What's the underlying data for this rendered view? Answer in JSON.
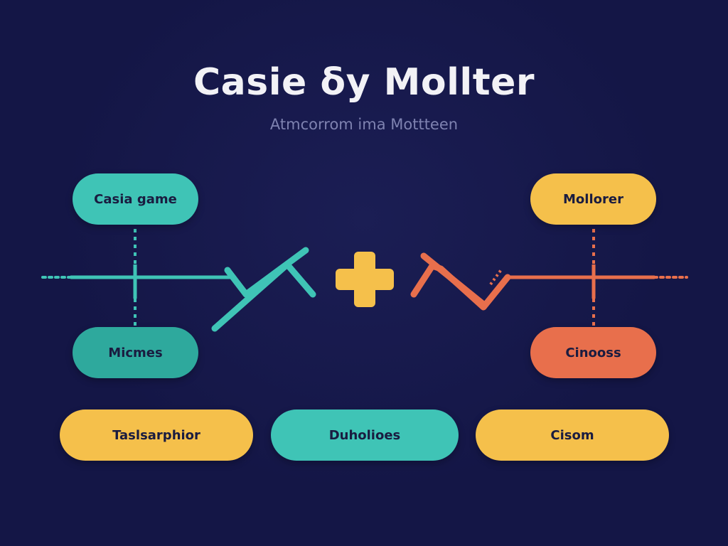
{
  "title": "Casie δy Mollter",
  "subtitle": "Atmcorrom ima  Mottteen",
  "nodes": {
    "top_left": "Casia game",
    "top_right": "Mollorer",
    "mid_left": "Micmes",
    "mid_right": "Cinooss",
    "bottom_left": "Taslsarphior",
    "bottom_center": "Duholioes",
    "bottom_right": "Cisom"
  },
  "colors": {
    "background": "#141646",
    "teal": "#3fc4b6",
    "teal_dark": "#2ea99d",
    "yellow": "#f5c04b",
    "orange": "#e86f4c"
  },
  "icons": {
    "center": "plus-icon"
  }
}
